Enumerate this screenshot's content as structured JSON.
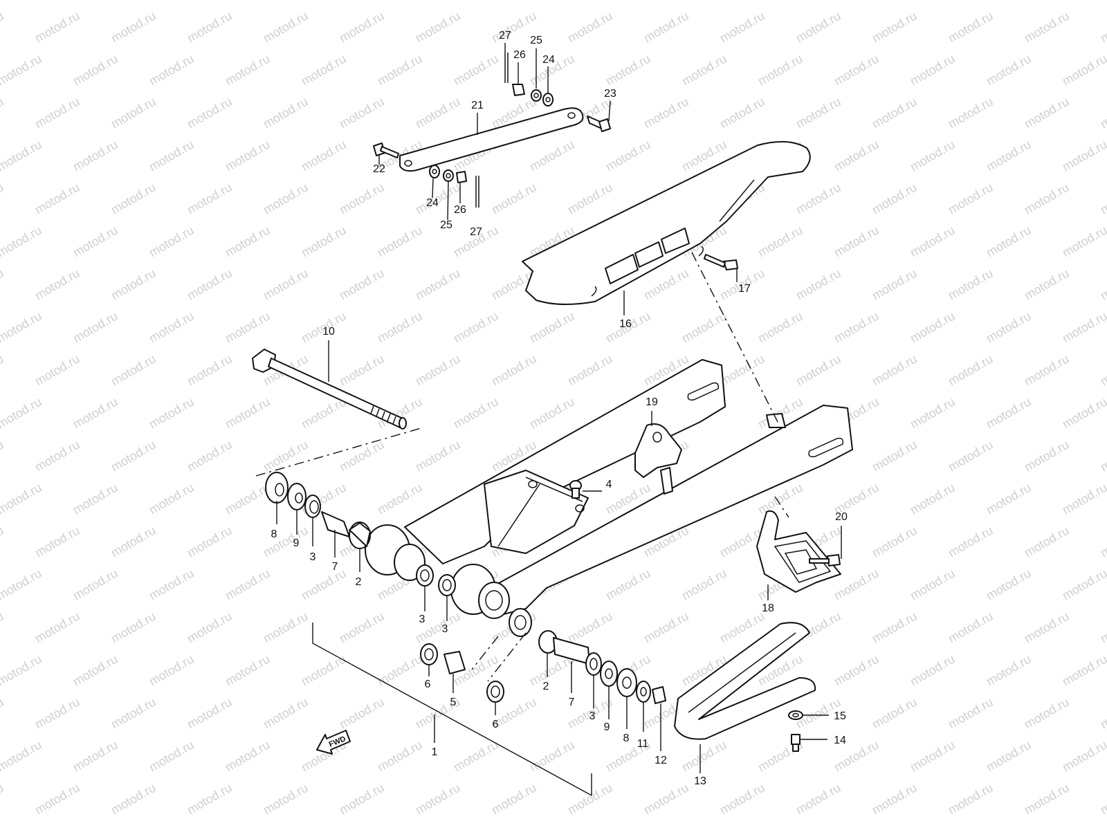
{
  "watermark": {
    "text": "motod.ru",
    "color": "#cfcfcf"
  },
  "fwd_indicator": {
    "label": "FWD"
  },
  "callouts": [
    {
      "id": "c27a",
      "label": "27"
    },
    {
      "id": "c26a",
      "label": "26"
    },
    {
      "id": "c25a",
      "label": "25"
    },
    {
      "id": "c24a",
      "label": "24"
    },
    {
      "id": "c21",
      "label": "21"
    },
    {
      "id": "c23",
      "label": "23"
    },
    {
      "id": "c22",
      "label": "22"
    },
    {
      "id": "c24b",
      "label": "24"
    },
    {
      "id": "c25b",
      "label": "25"
    },
    {
      "id": "c26b",
      "label": "26"
    },
    {
      "id": "c27b",
      "label": "27"
    },
    {
      "id": "c17",
      "label": "17"
    },
    {
      "id": "c16",
      "label": "16"
    },
    {
      "id": "c10",
      "label": "10"
    },
    {
      "id": "c19",
      "label": "19"
    },
    {
      "id": "c4",
      "label": "4"
    },
    {
      "id": "c20",
      "label": "20"
    },
    {
      "id": "c18",
      "label": "18"
    },
    {
      "id": "c8a",
      "label": "8"
    },
    {
      "id": "c9a",
      "label": "9"
    },
    {
      "id": "c3a",
      "label": "3"
    },
    {
      "id": "c7a",
      "label": "7"
    },
    {
      "id": "c2a",
      "label": "2"
    },
    {
      "id": "c3b",
      "label": "3"
    },
    {
      "id": "c3c",
      "label": "3"
    },
    {
      "id": "c6a",
      "label": "6"
    },
    {
      "id": "c5",
      "label": "5"
    },
    {
      "id": "c6b",
      "label": "6"
    },
    {
      "id": "c2b",
      "label": "2"
    },
    {
      "id": "c7b",
      "label": "7"
    },
    {
      "id": "c3d",
      "label": "3"
    },
    {
      "id": "c9b",
      "label": "9"
    },
    {
      "id": "c8b",
      "label": "8"
    },
    {
      "id": "c11",
      "label": "11"
    },
    {
      "id": "c12",
      "label": "12"
    },
    {
      "id": "c1",
      "label": "1"
    },
    {
      "id": "c13",
      "label": "13"
    },
    {
      "id": "c15",
      "label": "15"
    },
    {
      "id": "c14",
      "label": "14"
    }
  ]
}
